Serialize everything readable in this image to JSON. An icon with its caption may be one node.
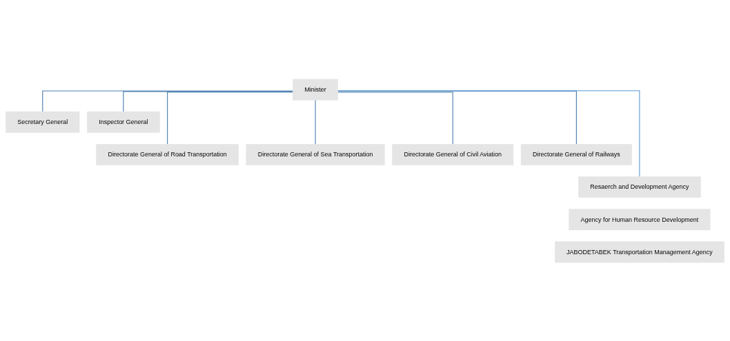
{
  "diagram": {
    "nodes": [
      {
        "text": [
          "Minister"
        ]
      },
      {
        "text": [
          "Secretary General"
        ]
      },
      {
        "text": [
          "Inspector General"
        ]
      },
      {
        "text": [
          "Directorate General of Road Transportation"
        ]
      },
      {
        "text": [
          "Directorate General of Sea Transportation"
        ]
      },
      {
        "text": [
          "Directorate General of Civil Aviation"
        ]
      },
      {
        "text": [
          "Directorate General of Railways"
        ]
      },
      {
        "text": [
          "Resaerch and Development Agency"
        ]
      },
      {
        "text": [
          "Agency for Human Resource Development"
        ]
      },
      {
        "text": [
          "JABODETABEK Transportation Management Agency"
        ]
      }
    ],
    "edges": [
      {
        "from": 0,
        "to": 1,
        "arrow": "none"
      },
      {
        "from": 0,
        "to": 2,
        "arrow": "none"
      },
      {
        "from": 0,
        "to": 3,
        "arrow": "none"
      },
      {
        "from": 0,
        "to": 4,
        "arrow": "none"
      },
      {
        "from": 0,
        "to": 5,
        "arrow": "none"
      },
      {
        "from": 0,
        "to": 6,
        "arrow": "none"
      },
      {
        "from": 0,
        "to": 7,
        "arrow": "none",
        "color": "#5b9bd5"
      }
    ]
  }
}
